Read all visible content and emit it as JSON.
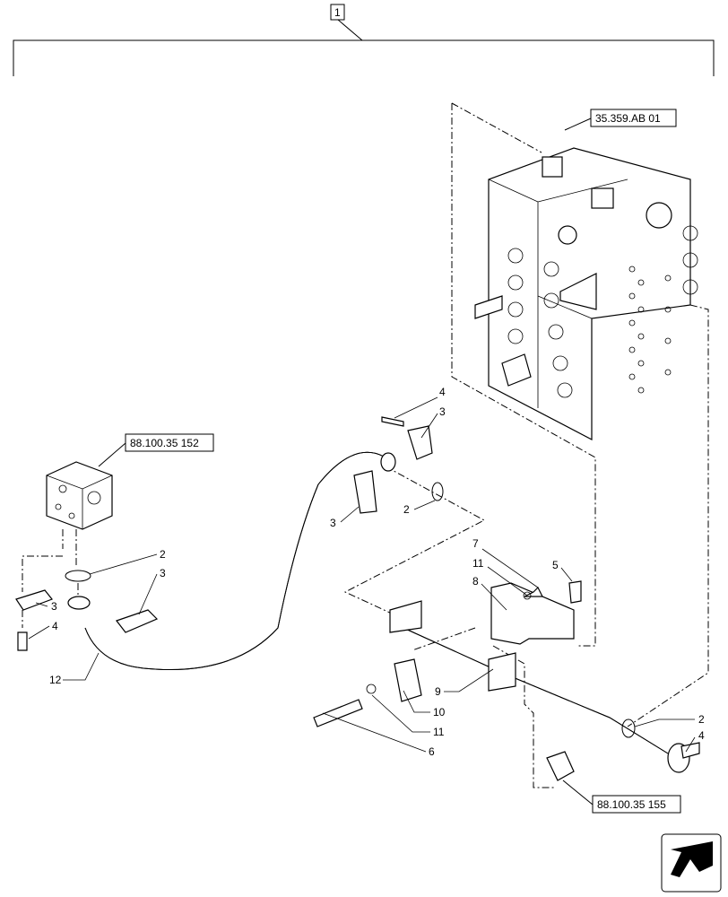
{
  "assembly_number": "1",
  "references": {
    "valve_block": "35.359.AB 01",
    "manifold": "88.100.35 152",
    "elbow": "88.100.35 155"
  },
  "callouts": {
    "c4_top": "4",
    "c3_top": "3",
    "c3_mid": "3",
    "c2_mid": "2",
    "c2_left": "2",
    "c3_left_clamp": "3",
    "c3_left": "3",
    "c4_left": "4",
    "c12": "12",
    "c7": "7",
    "c11_top": "11",
    "c5": "5",
    "c8": "8",
    "c9": "9",
    "c10": "10",
    "c11_bottom": "11",
    "c6": "6",
    "c2_right": "2",
    "c4_right": "4"
  },
  "nav_icon": "next-page-arrow-icon"
}
